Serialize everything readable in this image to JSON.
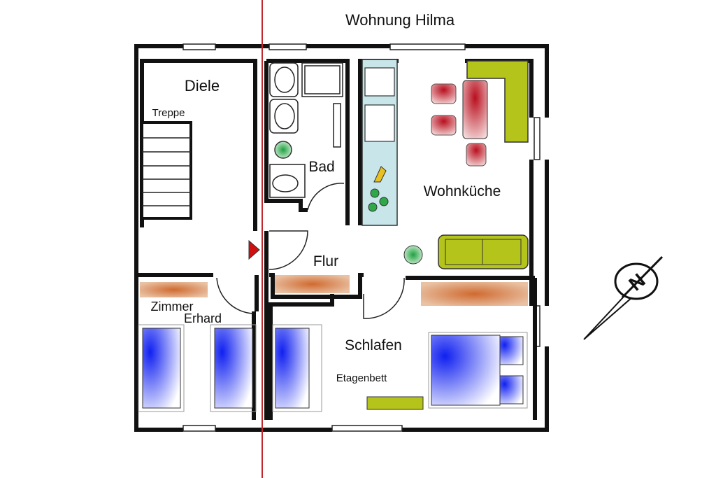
{
  "title": "Wohnung Hilma",
  "rooms": {
    "diele": "Diele",
    "treppe": "Treppe",
    "bad": "Bad",
    "wohnkueche": "Wohnküche",
    "flur": "Flur",
    "zimmer_line1": "Zimmer",
    "zimmer_line2": "Erhard",
    "schlafen": "Schlafen",
    "etagenbett": "Etagenbett"
  },
  "compass_label": "N",
  "colors": {
    "wall": "#111111",
    "divider_line": "#c0282d",
    "counter": "#c8e6ea",
    "sofa": "#b5c41a",
    "table": "#c0202a",
    "bed": "#1a2cf0",
    "heater": "#d07a45",
    "plant": "#2fa84a"
  }
}
